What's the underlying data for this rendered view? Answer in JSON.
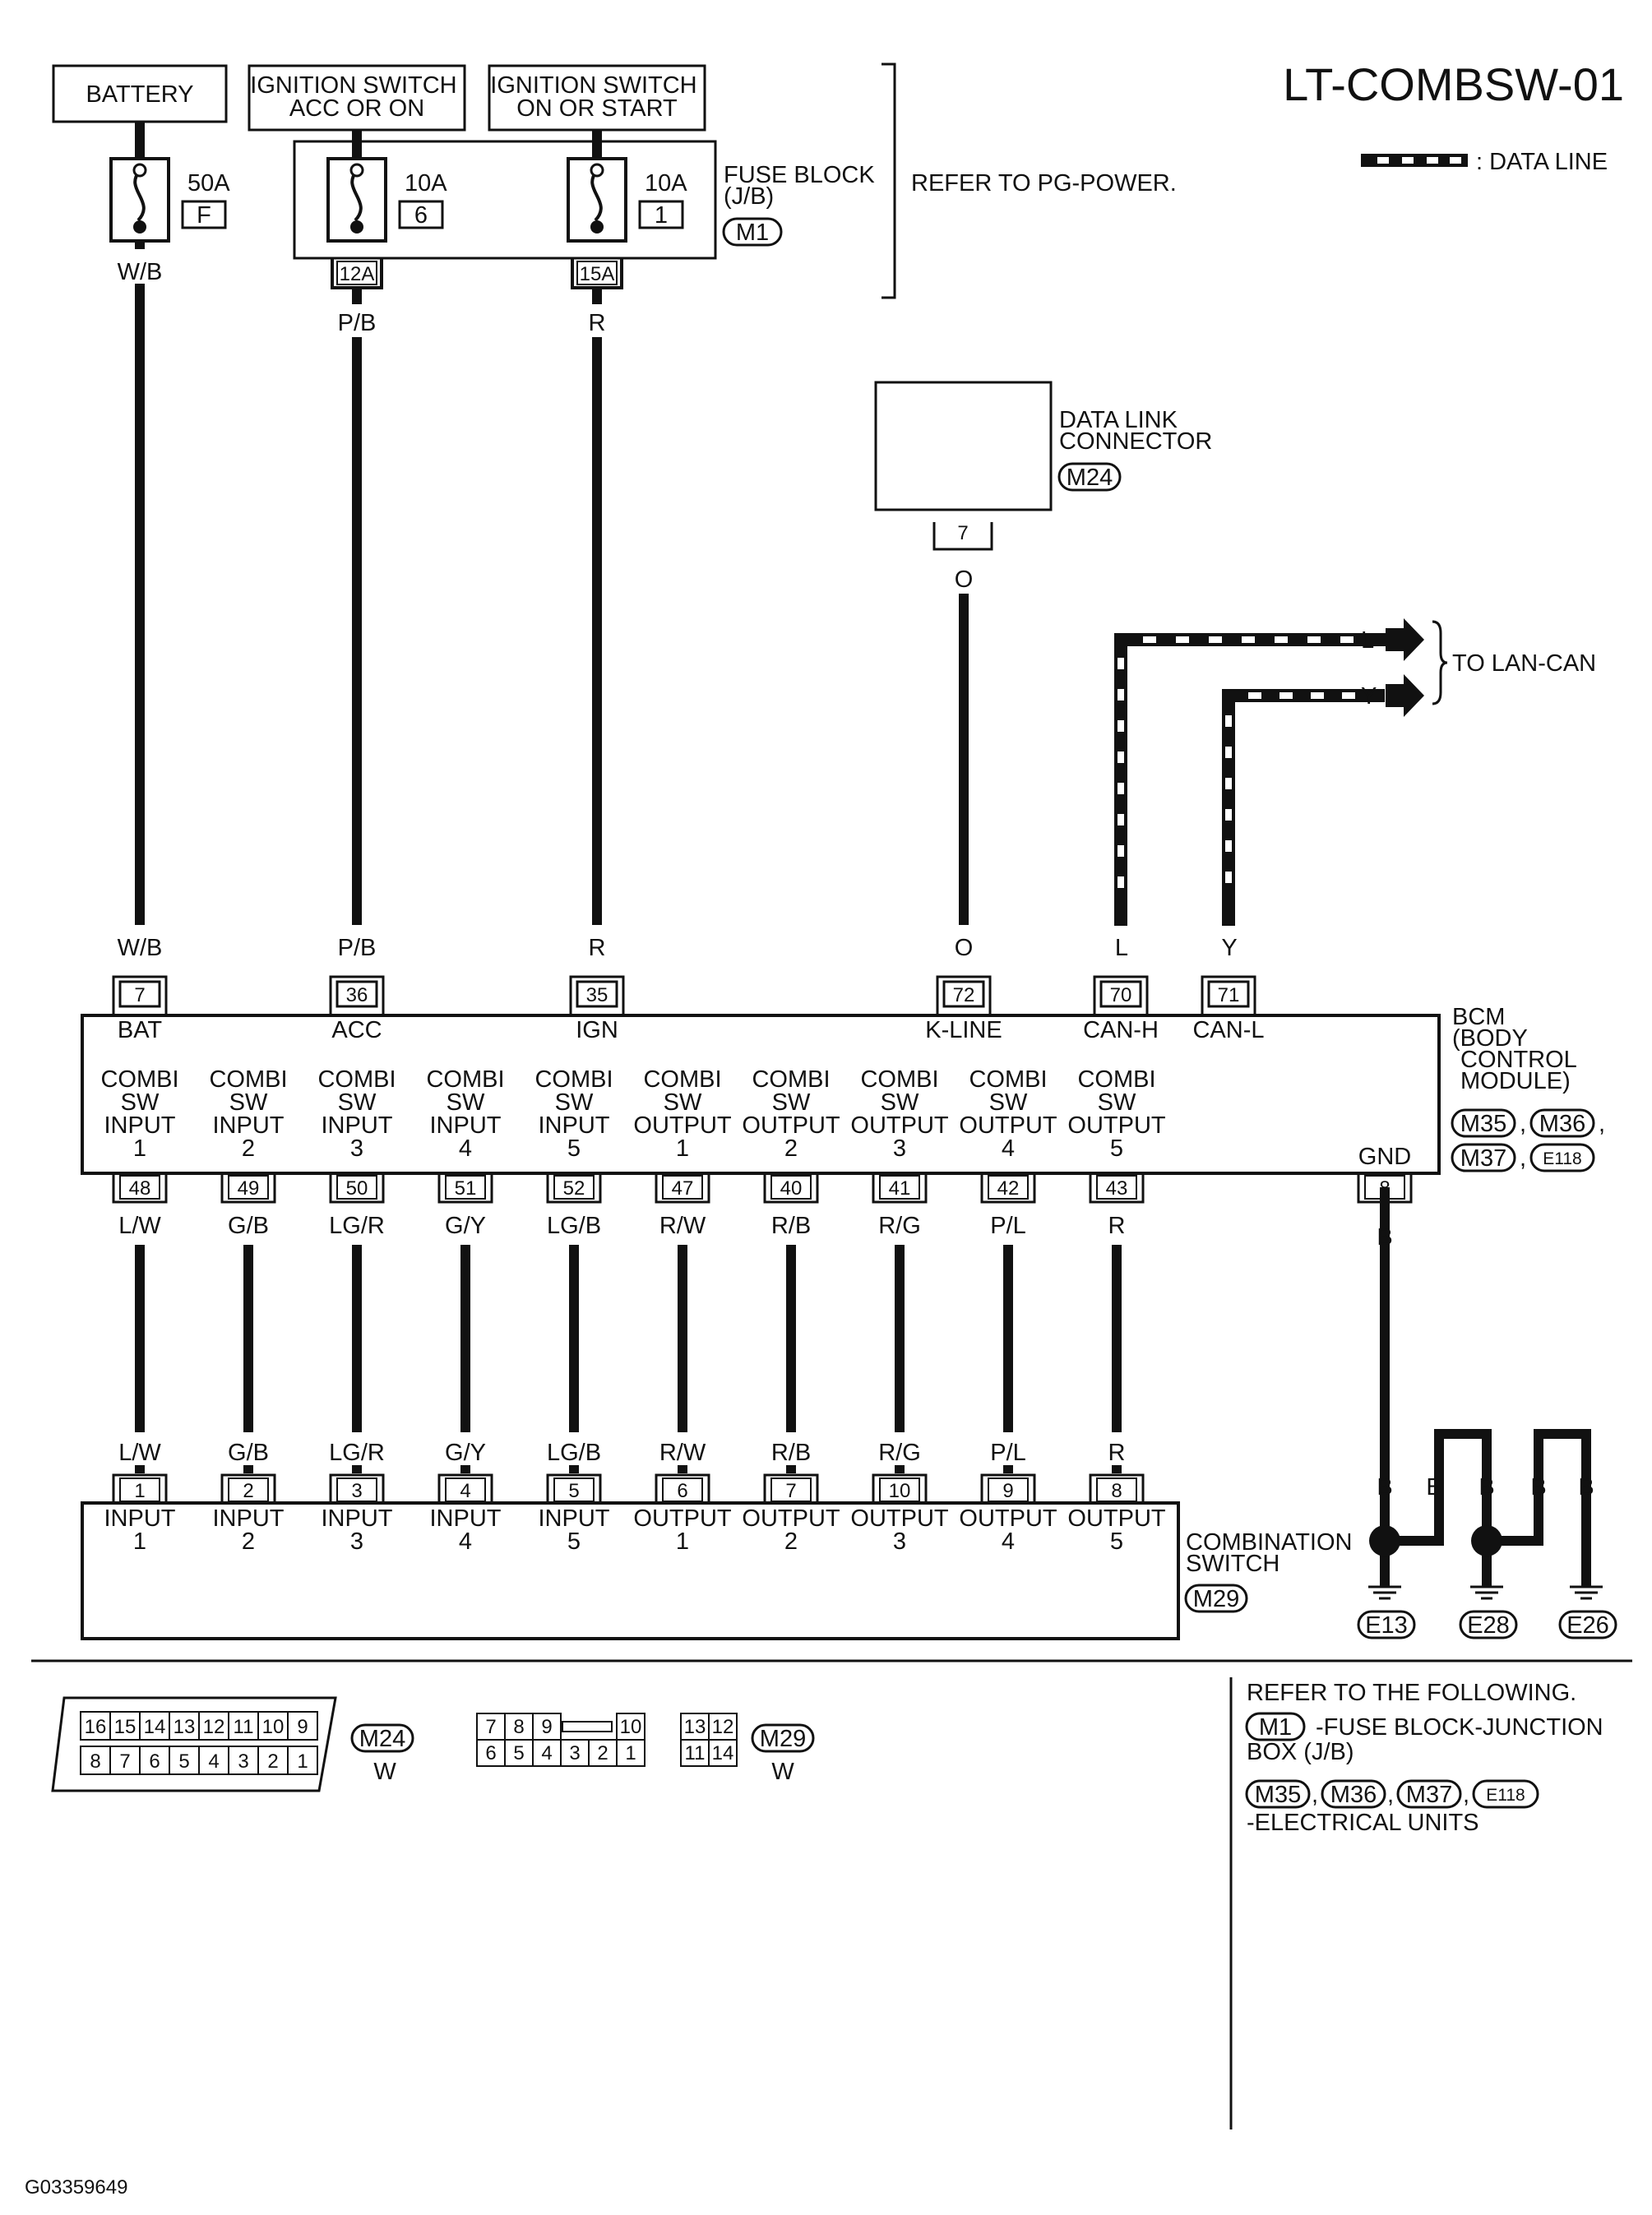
{
  "title": "LT-COMBSW-01",
  "legend": {
    "label": ": DATA LINE"
  },
  "power_sources": [
    {
      "key": "battery",
      "label": "BATTERY"
    },
    {
      "key": "ign_acc",
      "label": "IGNITION SWITCH\nACC OR ON"
    },
    {
      "key": "ign_on",
      "label": "IGNITION SWITCH\nON OR START"
    }
  ],
  "fuses": [
    {
      "rating": "50A",
      "number": "F"
    },
    {
      "rating": "10A",
      "number": "6"
    },
    {
      "rating": "10A",
      "number": "1"
    }
  ],
  "fuse_block": {
    "label": "FUSE BLOCK\n(J/B)",
    "connector": "M1",
    "outputs": [
      "12A",
      "15A"
    ]
  },
  "bracket_note": "REFER TO PG-POWER.",
  "data_link_connector": {
    "label": "DATA LINK\nCONNECTOR",
    "connector": "M24",
    "pin": "7"
  },
  "lan_can": {
    "label": "TO LAN-CAN",
    "wires": [
      "L",
      "Y"
    ]
  },
  "bcm": {
    "name": "BCM\n(BODY\nCONTROL\nMODULE)",
    "connectors": [
      "M35",
      "M36",
      "M37",
      "E118"
    ],
    "top_pins": [
      {
        "pin": "7",
        "name": "BAT",
        "wire": "W/B"
      },
      {
        "pin": "36",
        "name": "ACC",
        "wire": "P/B"
      },
      {
        "pin": "35",
        "name": "IGN",
        "wire": "R"
      },
      {
        "pin": "72",
        "name": "K-LINE",
        "wire": "O"
      },
      {
        "pin": "70",
        "name": "CAN-H",
        "wire": "L"
      },
      {
        "pin": "71",
        "name": "CAN-L",
        "wire": "Y"
      }
    ],
    "bottom_pins": [
      {
        "pin": "48",
        "name": "COMBI\nSW\nINPUT\n1",
        "wire": "L/W"
      },
      {
        "pin": "49",
        "name": "COMBI\nSW\nINPUT\n2",
        "wire": "G/B"
      },
      {
        "pin": "50",
        "name": "COMBI\nSW\nINPUT\n3",
        "wire": "LG/R"
      },
      {
        "pin": "51",
        "name": "COMBI\nSW\nINPUT\n4",
        "wire": "G/Y"
      },
      {
        "pin": "52",
        "name": "COMBI\nSW\nINPUT\n5",
        "wire": "LG/B"
      },
      {
        "pin": "47",
        "name": "COMBI\nSW\nOUTPUT\n1",
        "wire": "R/W"
      },
      {
        "pin": "40",
        "name": "COMBI\nSW\nOUTPUT\n2",
        "wire": "R/B"
      },
      {
        "pin": "41",
        "name": "COMBI\nSW\nOUTPUT\n3",
        "wire": "R/G"
      },
      {
        "pin": "42",
        "name": "COMBI\nSW\nOUTPUT\n4",
        "wire": "P/L"
      },
      {
        "pin": "43",
        "name": "COMBI\nSW\nOUTPUT\n5",
        "wire": "R"
      }
    ],
    "gnd": {
      "pin": "8",
      "name": "GND",
      "wire": "B"
    }
  },
  "combination_switch": {
    "label": "COMBINATION\nSWITCH",
    "connector": "M29",
    "pins": [
      {
        "pin": "1",
        "name": "INPUT\n1"
      },
      {
        "pin": "2",
        "name": "INPUT\n2"
      },
      {
        "pin": "3",
        "name": "INPUT\n3"
      },
      {
        "pin": "4",
        "name": "INPUT\n4"
      },
      {
        "pin": "5",
        "name": "INPUT\n5"
      },
      {
        "pin": "6",
        "name": "OUTPUT\n1"
      },
      {
        "pin": "7",
        "name": "OUTPUT\n2"
      },
      {
        "pin": "10",
        "name": "OUTPUT\n3"
      },
      {
        "pin": "9",
        "name": "OUTPUT\n4"
      },
      {
        "pin": "8",
        "name": "OUTPUT\n5"
      }
    ]
  },
  "grounds": {
    "wires": [
      "B",
      "B",
      "B",
      "B",
      "B"
    ],
    "labels": [
      "E13",
      "E28",
      "E26"
    ]
  },
  "connector_views": [
    {
      "connector": "M24",
      "color": "W",
      "top_row": [
        "16",
        "15",
        "14",
        "13",
        "12",
        "11",
        "10",
        "9"
      ],
      "bottom_row": [
        "8",
        "7",
        "6",
        "5",
        "4",
        "3",
        "2",
        "1"
      ]
    },
    {
      "connector": "M29",
      "color": "W",
      "top_row": [
        "7",
        "8",
        "9",
        "10",
        "13",
        "12"
      ],
      "bottom_row": [
        "6",
        "5",
        "4",
        "3",
        "2",
        "1",
        "11",
        "14"
      ]
    }
  ],
  "refer_note": {
    "heading": "REFER TO THE FOLLOWING.",
    "fuse_conn": "M1",
    "fuse_desc": "-FUSE BLOCK-JUNCTION\nBOX (J/B)",
    "unit_conns": [
      "M35",
      "M36",
      "M37",
      "E118"
    ],
    "unit_desc": "-ELECTRICAL UNITS"
  },
  "figure_id": "G03359649"
}
